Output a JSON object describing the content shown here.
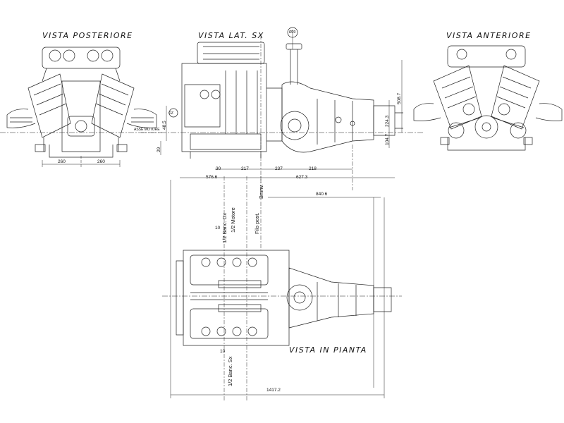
{
  "views": {
    "rear": "VISTA POSTERIORE",
    "left_side": "VISTA LAT. SX",
    "front": "VISTA ANTERIORE",
    "plan": "VISTA IN PIANTA"
  },
  "badge": "Ø20",
  "side_labels": {
    "engine_axis": "ASSE MOTORE",
    "oz": "OZ"
  },
  "rear_dims": {
    "half_left": "260",
    "half_right": "260"
  },
  "side_dims": {
    "d1": "30",
    "d2": "217",
    "d3": "237",
    "d4": "218",
    "overall_left": "576.6",
    "overall_right": "627.3",
    "height_total": "508.7",
    "height_upper": "224.3",
    "height_lower": "104.7",
    "axis_offset": "48.5",
    "left_small": "29"
  },
  "plan_dims": {
    "width": "840.6",
    "total_length": "1417.2",
    "bank_offset_top": "10",
    "bank_offset_bot": "10"
  },
  "vertical_labels": {
    "half_engine": "1/2 Motore",
    "bank_right": "1/2 Banc. Dx",
    "bank_left": "1/2 Banc. Sx",
    "rear_axle": "Filo post.",
    "flywheel": "Bmnv."
  }
}
